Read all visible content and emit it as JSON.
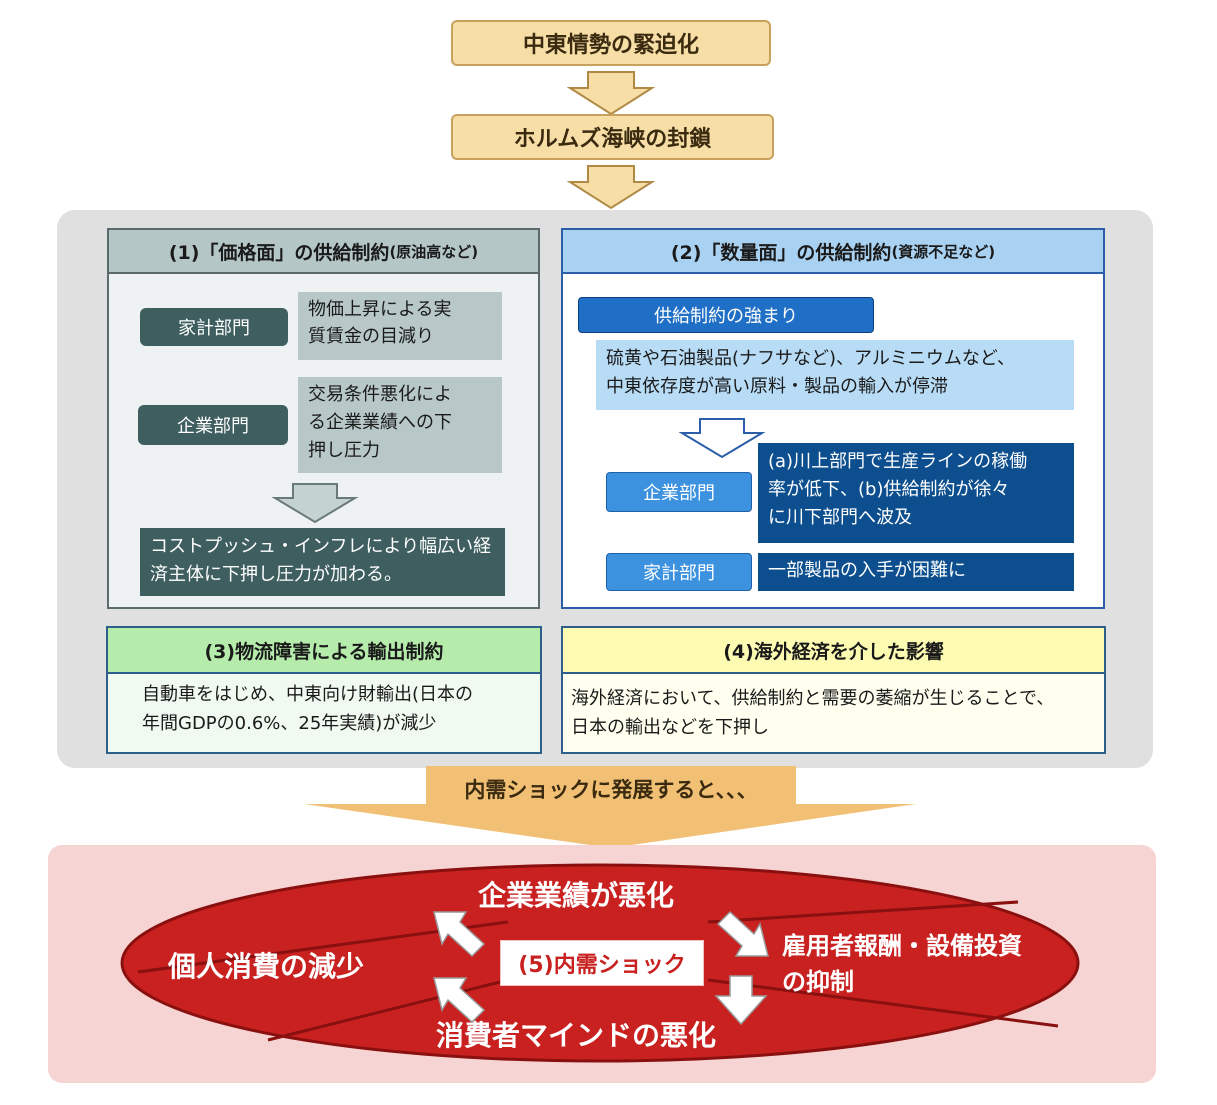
{
  "top": {
    "step1": "中東情勢の緊迫化",
    "step2": "ホルムズ海峡の封鎖"
  },
  "section1": {
    "title_main": "(1)「価格面」の供給制約",
    "title_sub": "(原油高など)",
    "household_label": "家計部門",
    "household_text_l1": "物価上昇による実",
    "household_text_l2": "質賃金の目減り",
    "corp_label": "企業部門",
    "corp_text_l1": "交易条件悪化によ",
    "corp_text_l2": "る企業業績への下",
    "corp_text_l3": "押し圧力",
    "result_l1": "コストプッシュ・インフレにより幅広い経",
    "result_l2": "済主体に下押し圧力が加わる。"
  },
  "section2": {
    "title_main": "(2)「数量面」の供給制約",
    "title_sub": "(資源不足など)",
    "banner": "供給制約の強まり",
    "desc_l1": "硫黄や石油製品(ナフサなど)、アルミニウムなど、",
    "desc_l2": "中東依存度が高い原料・製品の輸入が停滞",
    "corp_label": "企業部門",
    "corp_text_l1": "(a)川上部門で生産ラインの稼働",
    "corp_text_l2": "率が低下、(b)供給制約が徐々",
    "corp_text_l3": "に川下部門へ波及",
    "household_label": "家計部門",
    "household_text": "一部製品の入手が困難に"
  },
  "section3": {
    "title": "(3)物流障害による輸出制約",
    "text_l1": "自動車をはじめ、中東向け財輸出(日本の",
    "text_l2": "年間GDPの0.6%、25年実績)が減少"
  },
  "section4": {
    "title": "(4)海外経済を介した影響",
    "text_l1": "海外経済において、供給制約と需要の萎縮が生じることで、",
    "text_l2": "日本の輸出などを下押し"
  },
  "transition": "内需ショックに発展すると、、、",
  "cycle": {
    "center": "(5)内需ショック",
    "top": "企業業績が悪化",
    "right_l1": "雇用者報酬・設備投資",
    "right_l2": "の抑制",
    "bottom": "消費者マインドの悪化",
    "left": "個人消費の減少"
  }
}
